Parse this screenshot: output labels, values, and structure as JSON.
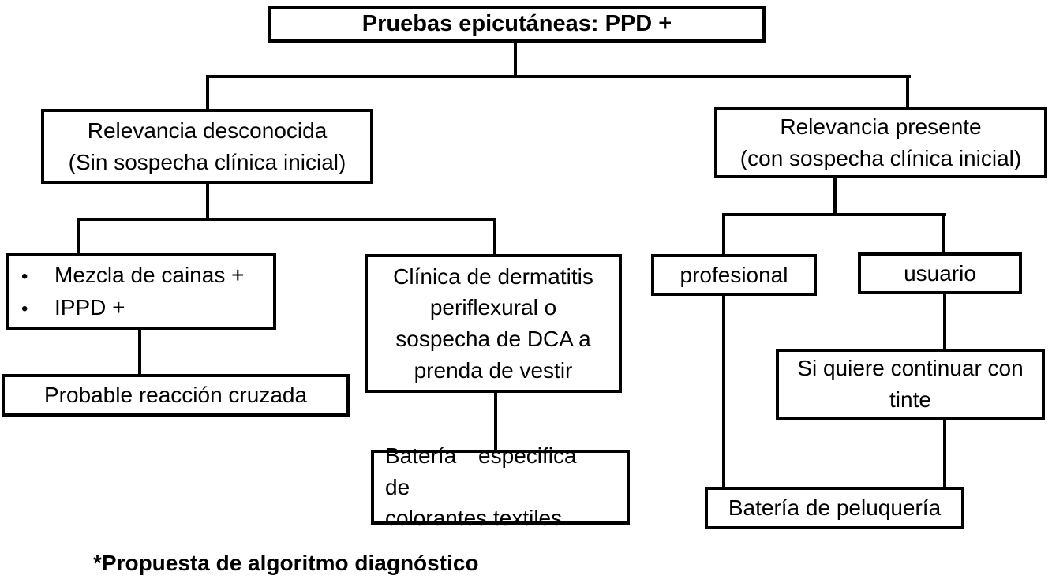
{
  "diagram": {
    "background_color": "#ffffff",
    "line_color": "#000000",
    "text_color": "#000000",
    "nodes": {
      "root": {
        "label": "Pruebas epicutáneas: PPD +"
      },
      "unknown_relevance": {
        "lines": [
          "Relevancia desconocida",
          "(Sin sospecha clínica inicial)"
        ]
      },
      "present_relevance": {
        "lines": [
          "Relevancia presente",
          "(con sospecha clínica inicial)"
        ]
      },
      "positive_mixes": {
        "bullet_glyph": "•",
        "items": [
          "Mezcla de cainas +",
          "IPPD +"
        ]
      },
      "clinical_suspicion": {
        "lines": [
          "Clínica de dermatitis",
          "periflexural o",
          "sospecha de DCA a",
          "prenda de vestir"
        ]
      },
      "cross_reaction": {
        "label": "Probable reacción cruzada"
      },
      "textile_battery": {
        "lines": [
          "Batería especifica de",
          "colorantes textiles"
        ]
      },
      "professional": {
        "label": "profesional"
      },
      "user": {
        "label": "usuario"
      },
      "continue_dye": {
        "lines": [
          "Si quiere continuar con",
          "tinte"
        ]
      },
      "hairdressing_battery": {
        "label": "Batería de peluquería"
      }
    },
    "footnote": "*Propuesta de algoritmo diagnóstico"
  }
}
